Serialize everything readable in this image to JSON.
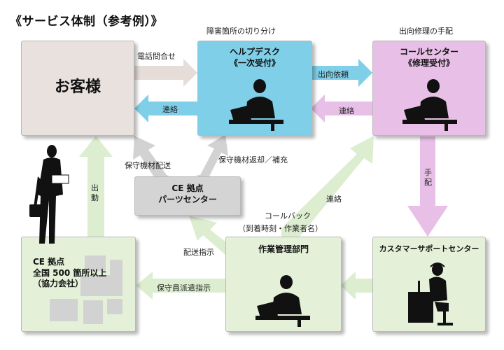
{
  "title": "《サービス体制（参考例）》",
  "notes": {
    "helpdesk_role": "障害箇所の切り分け",
    "callcenter_role": "出向修理の手配",
    "callback_line1": "コールバック",
    "callback_line2": "（到着時刻・作業者名）"
  },
  "boxes": {
    "customer": "お客様",
    "helpdesk_line1": "ヘルプデスク",
    "helpdesk_line2": "《一次受付》",
    "callcenter_line1": "コールセンター",
    "callcenter_line2": "《修理受付》",
    "parts_line1": "CE 拠点",
    "parts_line2": "パーツセンター",
    "ce_line1": "CE 拠点",
    "ce_line2": "全国 500 箇所以上",
    "ce_line3": "（協力会社）",
    "work_mgmt": "作業管理部門",
    "support_center": "カスタマーサポートセンター"
  },
  "arrows": {
    "phone_inquiry": "電話問合せ",
    "contact_1": "連絡",
    "dispatch_request": "出向依頼",
    "contact_2": "連絡",
    "maintenance_delivery": "保守機材配送",
    "maintenance_return": "保守機材返却／補充",
    "arrange": "手配",
    "dispatch": "出動",
    "contact_3": "連絡",
    "delivery_instruction": "配送指示",
    "staff_dispatch_instruction": "保守員派遣指示"
  },
  "colors": {
    "customer": "#e9e1de",
    "helpdesk": "#7fcfe8",
    "callcenter": "#e8bfe6",
    "parts": "#d4d4d4",
    "ce_base": "#e4f1d8",
    "work_mgmt": "#e4f1d8",
    "support": "#e4f1d8",
    "arrow_gray": "#d2d2d2",
    "arrow_beige": "#e6ddd9",
    "arrow_blue": "#7fcfe8",
    "arrow_pink": "#e8bfe6",
    "arrow_green": "#dcedd0"
  },
  "icons": [
    "office-worker-icon",
    "walking-businessman-icon",
    "headset-operator-icon",
    "map-icon"
  ]
}
